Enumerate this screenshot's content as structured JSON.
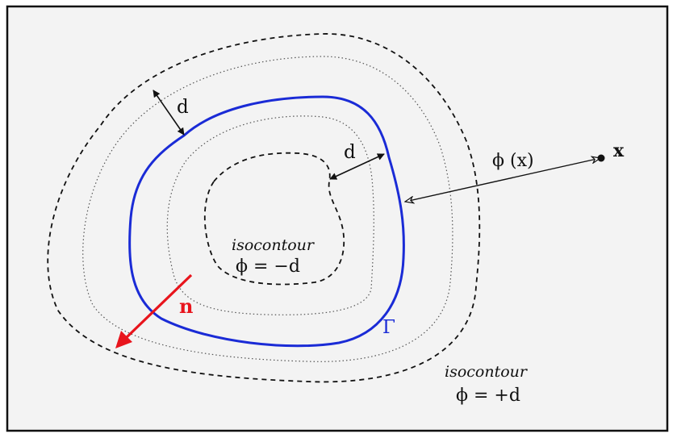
{
  "diagram": {
    "labels": {
      "inner_isocontour_title": "isocontour",
      "inner_isocontour_value": "ϕ = −d",
      "outer_isocontour_title": "isocontour",
      "outer_isocontour_value": "ϕ = +d",
      "distance_top": "d",
      "distance_inner": "d",
      "phi_x": "ϕ (x)",
      "point_x": "x",
      "normal": "n",
      "interface": "Γ"
    },
    "colors": {
      "frame": "#111111",
      "panel_background": "#f3f3f3",
      "interface_curve": "#1a2bd6",
      "normal_vector": "#e8141c",
      "isocontour": "#111111",
      "arrows": "#111111"
    }
  }
}
